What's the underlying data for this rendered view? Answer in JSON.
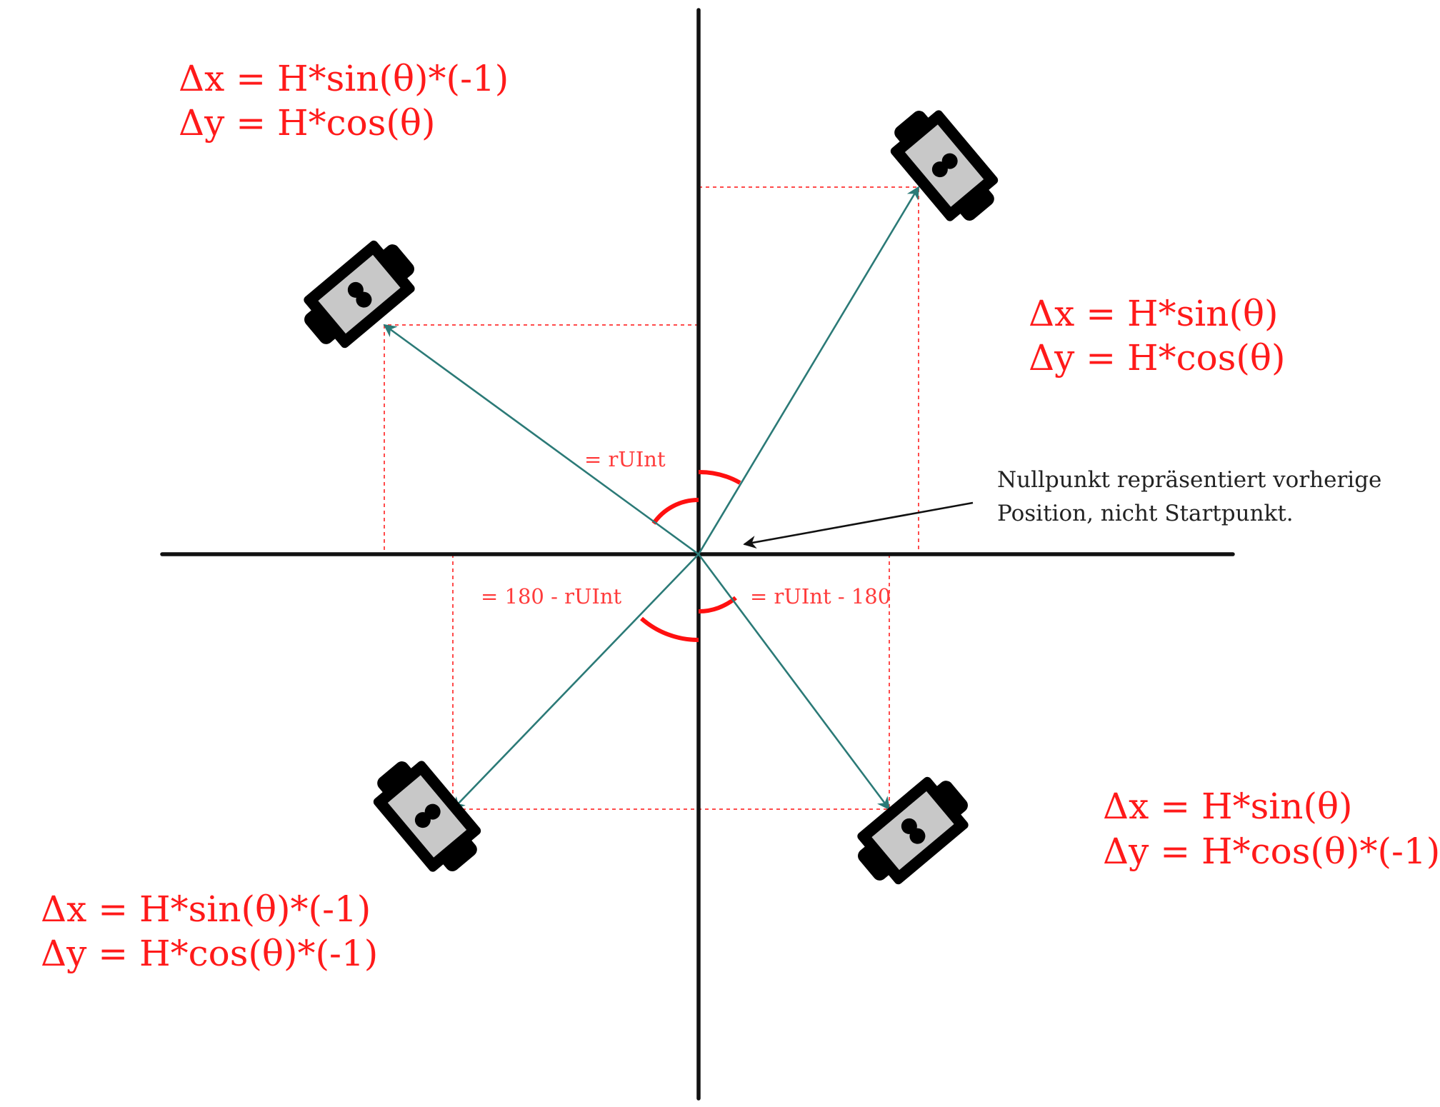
{
  "quadrants": {
    "top_left": {
      "dx": "Δx = H*sin(θ)*(-1)",
      "dy": "Δy = H*cos(θ)"
    },
    "top_right": {
      "dx": "Δx = H*sin(θ)",
      "dy": "Δy = H*cos(θ)"
    },
    "bottom_right": {
      "dx": "Δx = H*sin(θ)",
      "dy": "Δy = H*cos(θ)*(-1)"
    },
    "bottom_left": {
      "dx": "Δx = H*sin(θ)*(-1)",
      "dy": "Δy = H*cos(θ)*(-1)"
    }
  },
  "angles": {
    "upper": "= rUInt",
    "lower_left": "= 180 - rUInt",
    "lower_right": "= rUInt - 180"
  },
  "note": {
    "line1": "Nullpunkt repräsentiert vorherige",
    "line2": "Position, nicht Startpunkt."
  },
  "colors": {
    "formula": "#ff1a1a",
    "vector": "#2b7a77",
    "guide": "#ff4b4b",
    "axis": "#111111",
    "car_body": "#c8c8c8"
  },
  "icons": [
    "robot-car-icon"
  ]
}
